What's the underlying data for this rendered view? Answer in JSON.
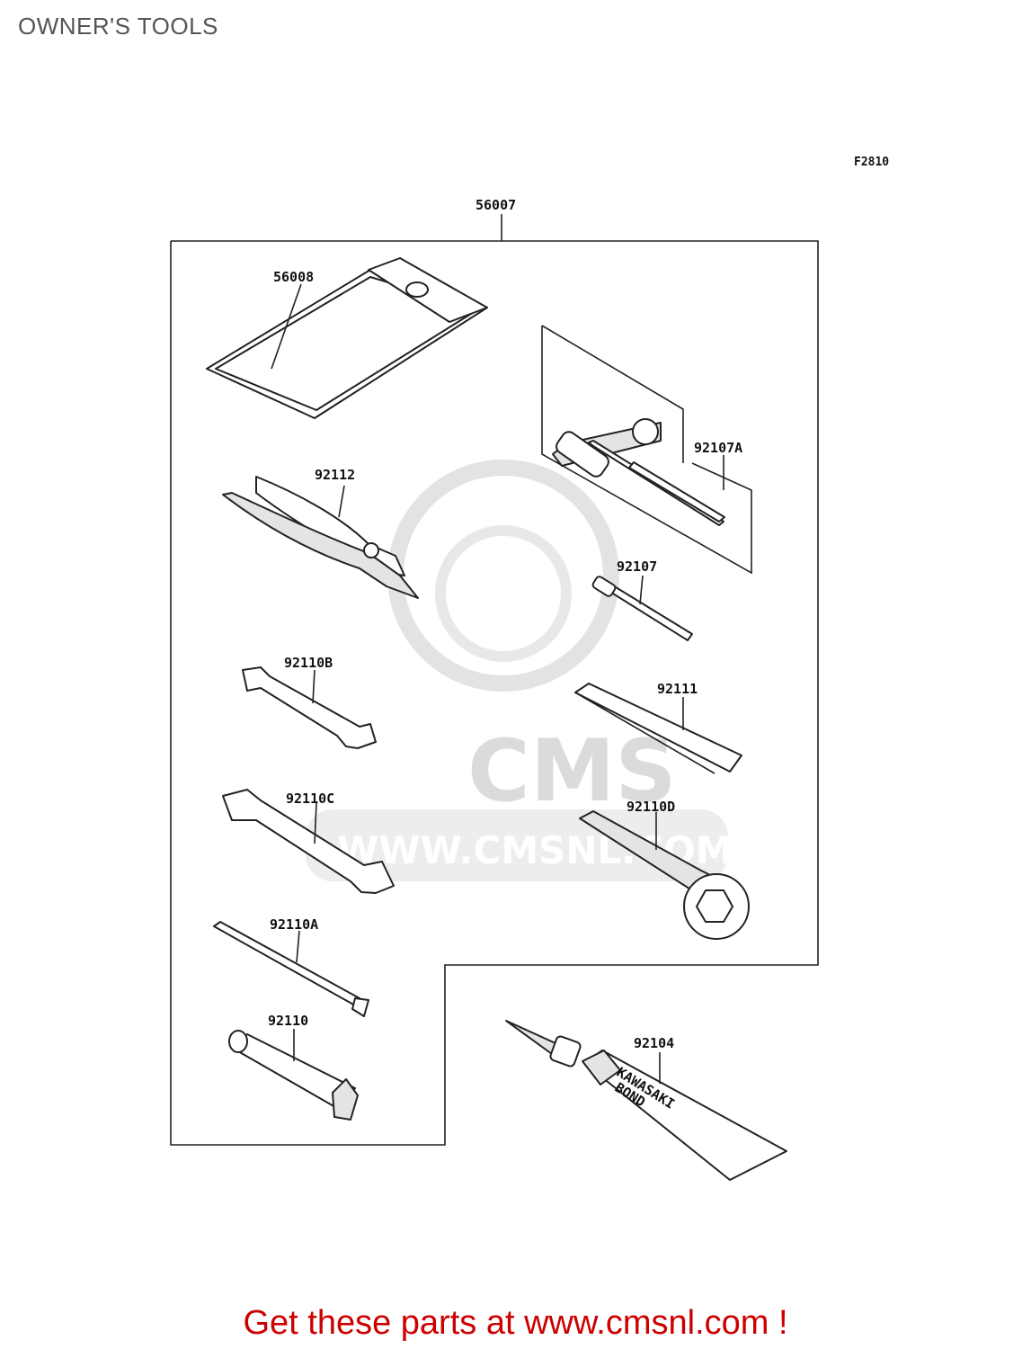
{
  "page": {
    "title": "OWNER'S TOOLS"
  },
  "diagram": {
    "figure_code": "F2810",
    "watermark": {
      "brand": "CMS",
      "url": "WWW.CMSNL.COM"
    },
    "parts": {
      "tool_kit": "56007",
      "case": "56008",
      "screwdriver_set": "92107A",
      "pliers": "92112",
      "screwdriver": "92107",
      "wrench_b": "92110B",
      "bar": "92111",
      "wrench_c": "92110C",
      "wrench_d": "92110D",
      "handle": "92110A",
      "socket_wrench": "92110",
      "bond": "92104"
    },
    "bond_tube_text": [
      "KAWASAKI",
      "BOND"
    ]
  },
  "footer": {
    "text": "Get these parts at www.cmsnl.com !"
  }
}
